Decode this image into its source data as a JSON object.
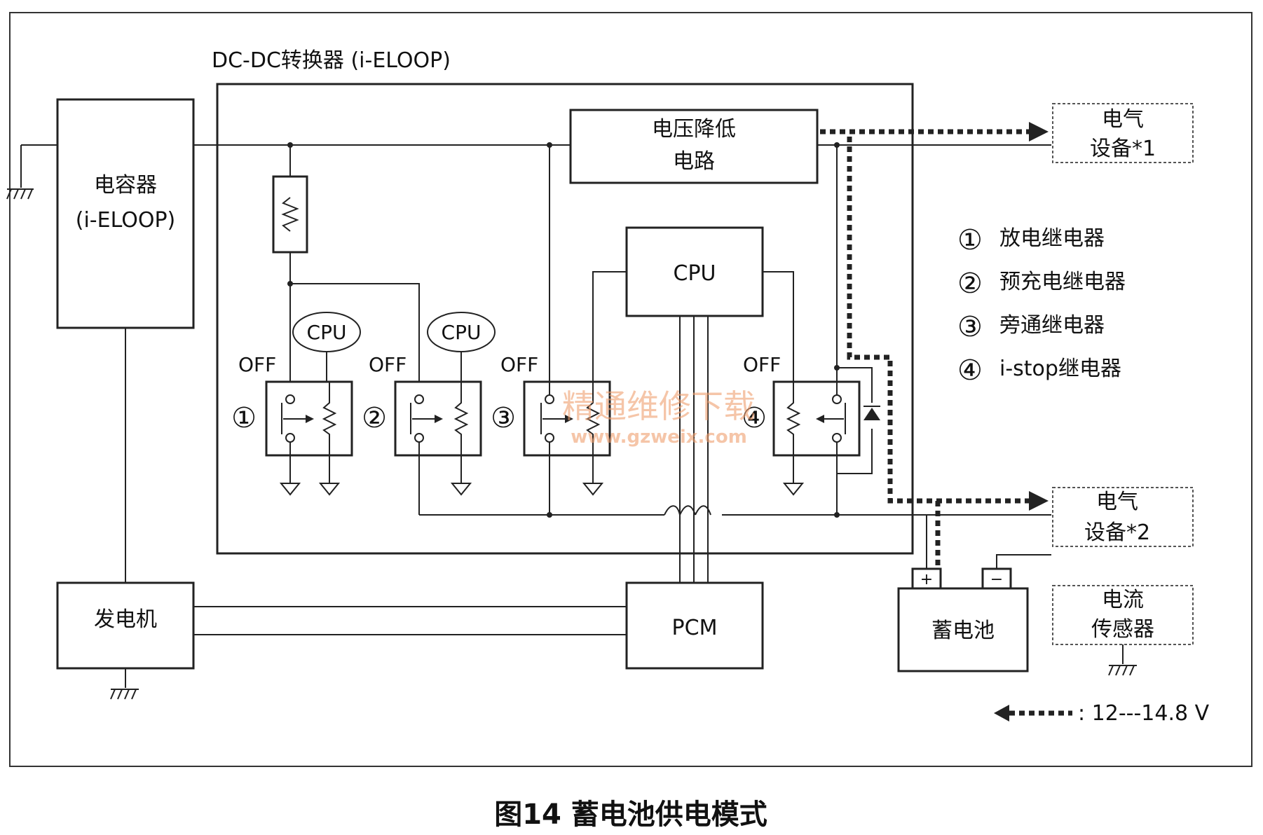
{
  "converter": {
    "title": "DC-DC转换器 (i-ELOOP)"
  },
  "capacitor": {
    "line1": "电容器",
    "line2": "(i-ELOOP)"
  },
  "generator": {
    "label": "发电机"
  },
  "pcm": {
    "label": "PCM"
  },
  "cpu": {
    "label": "CPU"
  },
  "voltage_reducer": {
    "line1": "电压降低",
    "line2": "电路"
  },
  "load1": {
    "line1": "电气",
    "line2": "设备*1"
  },
  "load2": {
    "line1": "电气",
    "line2": "设备*2"
  },
  "battery": {
    "label": "蓄电池",
    "plus": "+",
    "minus": "−"
  },
  "current_sensor": {
    "line1": "电流",
    "line2": "传感器"
  },
  "relays": [
    {
      "num": "①",
      "state": "OFF",
      "cpu": "CPU"
    },
    {
      "num": "②",
      "state": "OFF",
      "cpu": "CPU"
    },
    {
      "num": "③",
      "state": "OFF"
    },
    {
      "num": "④",
      "state": "OFF"
    }
  ],
  "legend": [
    {
      "num": "①",
      "label": "放电继电器"
    },
    {
      "num": "②",
      "label": "预充电继电器"
    },
    {
      "num": "③",
      "label": "旁通继电器"
    },
    {
      "num": "④",
      "label": "i-stop继电器"
    }
  ],
  "flow_legend": {
    "label": ": 12---14.8 V"
  },
  "watermark": {
    "line1": "精通维修下载",
    "line2": "www.gzweix.com"
  },
  "caption": "图14 蓄电池供电模式"
}
